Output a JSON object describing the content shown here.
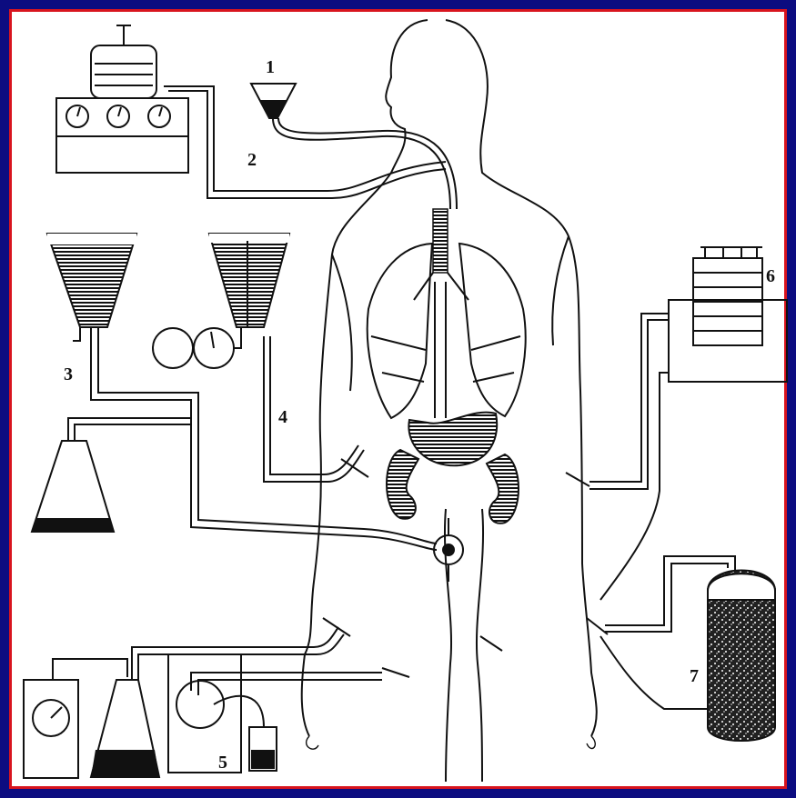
{
  "colors": {
    "background": "#0c0c80",
    "border": "#d8141e",
    "ink": "#111111",
    "paper": "#ffffff"
  },
  "labels": {
    "n1": "1",
    "n2": "2",
    "n3": "3",
    "n4": "4",
    "n5": "5",
    "n6": "6",
    "n7": "7"
  }
}
